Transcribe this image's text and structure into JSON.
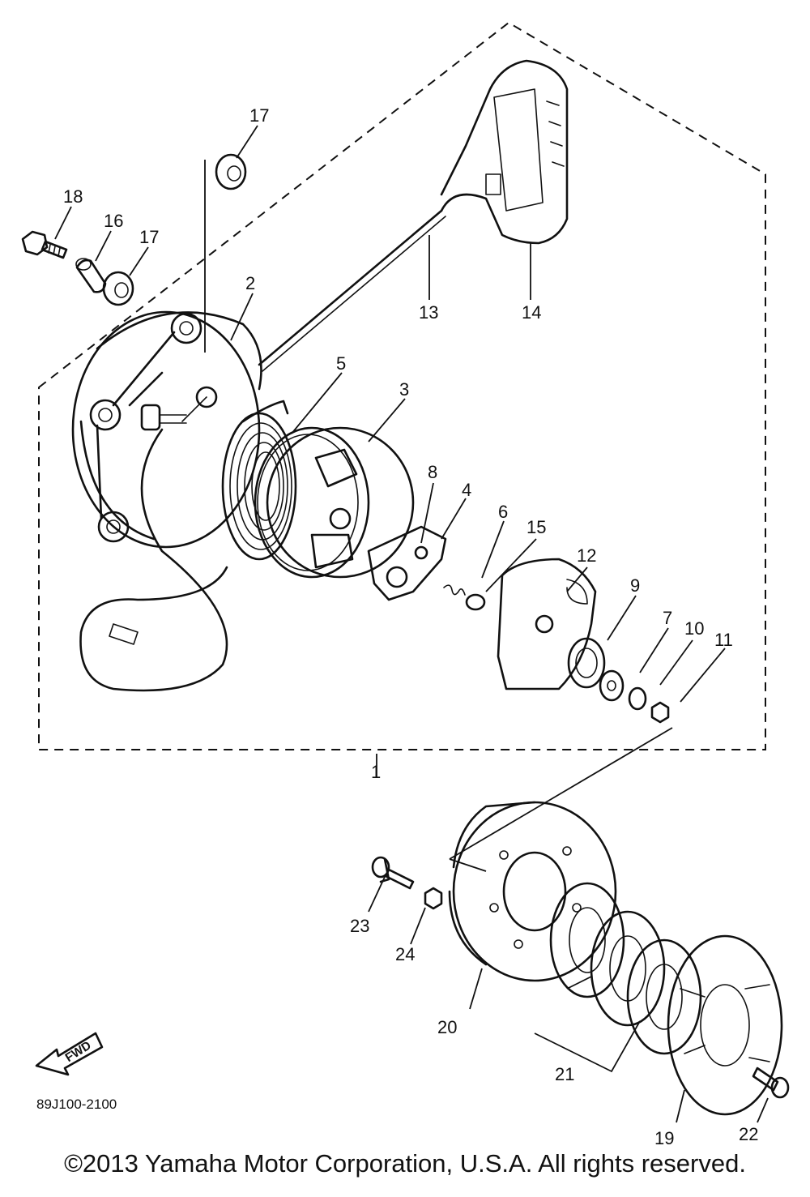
{
  "diagram": {
    "part_callouts": [
      "1",
      "2",
      "3",
      "4",
      "5",
      "6",
      "7",
      "8",
      "9",
      "10",
      "11",
      "12",
      "13",
      "14",
      "15",
      "16",
      "17",
      "17",
      "18",
      "19",
      "20",
      "21",
      "22",
      "23",
      "24"
    ],
    "direction_label": "FWD",
    "figure_code": "89J100-2100",
    "copyright": "©2013 Yamaha Motor Corporation, U.S.A. All rights reserved."
  }
}
